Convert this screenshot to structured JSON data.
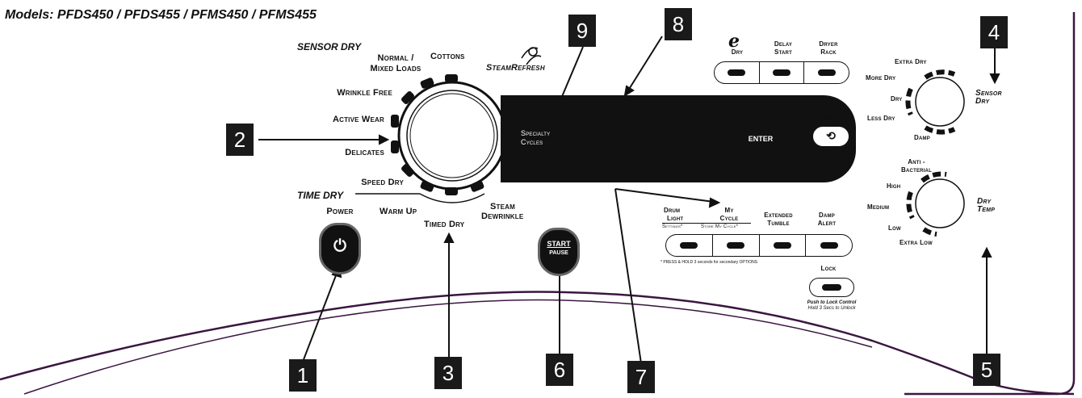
{
  "header": {
    "title": "Models: PFDS450 / PFDS455 / PFMS450 / PFMS455"
  },
  "callouts": [
    "1",
    "2",
    "3",
    "4",
    "5",
    "6",
    "7",
    "8",
    "9"
  ],
  "cycle_dial": {
    "sensor_dry_label": "SENSOR DRY",
    "time_dry_label": "TIME DRY",
    "cycles": {
      "cottons": "Cottons",
      "normal": "Normal /",
      "mixed": "Mixed Loads",
      "wrinkle_free": "Wrinkle Free",
      "active_wear": "Active Wear",
      "delicates": "Delicates",
      "speed_dry": "Speed Dry",
      "warm_up": "Warm Up",
      "timed_dry": "Timed Dry",
      "steam": "Steam",
      "dewrinkle": "Dewrinkle",
      "steam_refresh": "SteamRefresh",
      "specialty": "Specialty",
      "cycles": "Cycles"
    }
  },
  "power": {
    "label": "Power"
  },
  "start": {
    "top": "START",
    "bottom": "PAUSE"
  },
  "top_buttons": {
    "edry": "Dry",
    "delay1": "Delay",
    "delay2": "Start",
    "rack1": "Dryer",
    "rack2": "Rack"
  },
  "nav": {
    "enter": "ENTER",
    "back": "Back"
  },
  "bottom_buttons": {
    "drum1": "Drum",
    "drum2": "Light",
    "drum_sub": "Settings*",
    "my1": "My",
    "my2": "Cycle",
    "my_sub": "Store My Cycle*",
    "ext1": "Extended",
    "ext2": "Tumble",
    "damp1": "Damp",
    "damp2": "Alert",
    "note": "* PRESS & HOLD 3 seconds for secondary OPTIONS"
  },
  "lock": {
    "label": "Lock",
    "line1": "Push to Lock Control",
    "line2": "Hold 3 Secs to Unlock"
  },
  "sensor_dry_knob": {
    "title1": "Sensor",
    "title2": "Dry",
    "levels": {
      "extra": "Extra Dry",
      "more": "More Dry",
      "dry": "Dry",
      "less": "Less Dry",
      "damp": "Damp"
    }
  },
  "dry_temp_knob": {
    "title1": "Dry",
    "title2": "Temp",
    "levels": {
      "anti1": "Anti -",
      "anti2": "Bacterial",
      "high": "High",
      "medium": "Medium",
      "low": "Low",
      "extra_low": "Extra Low"
    }
  }
}
